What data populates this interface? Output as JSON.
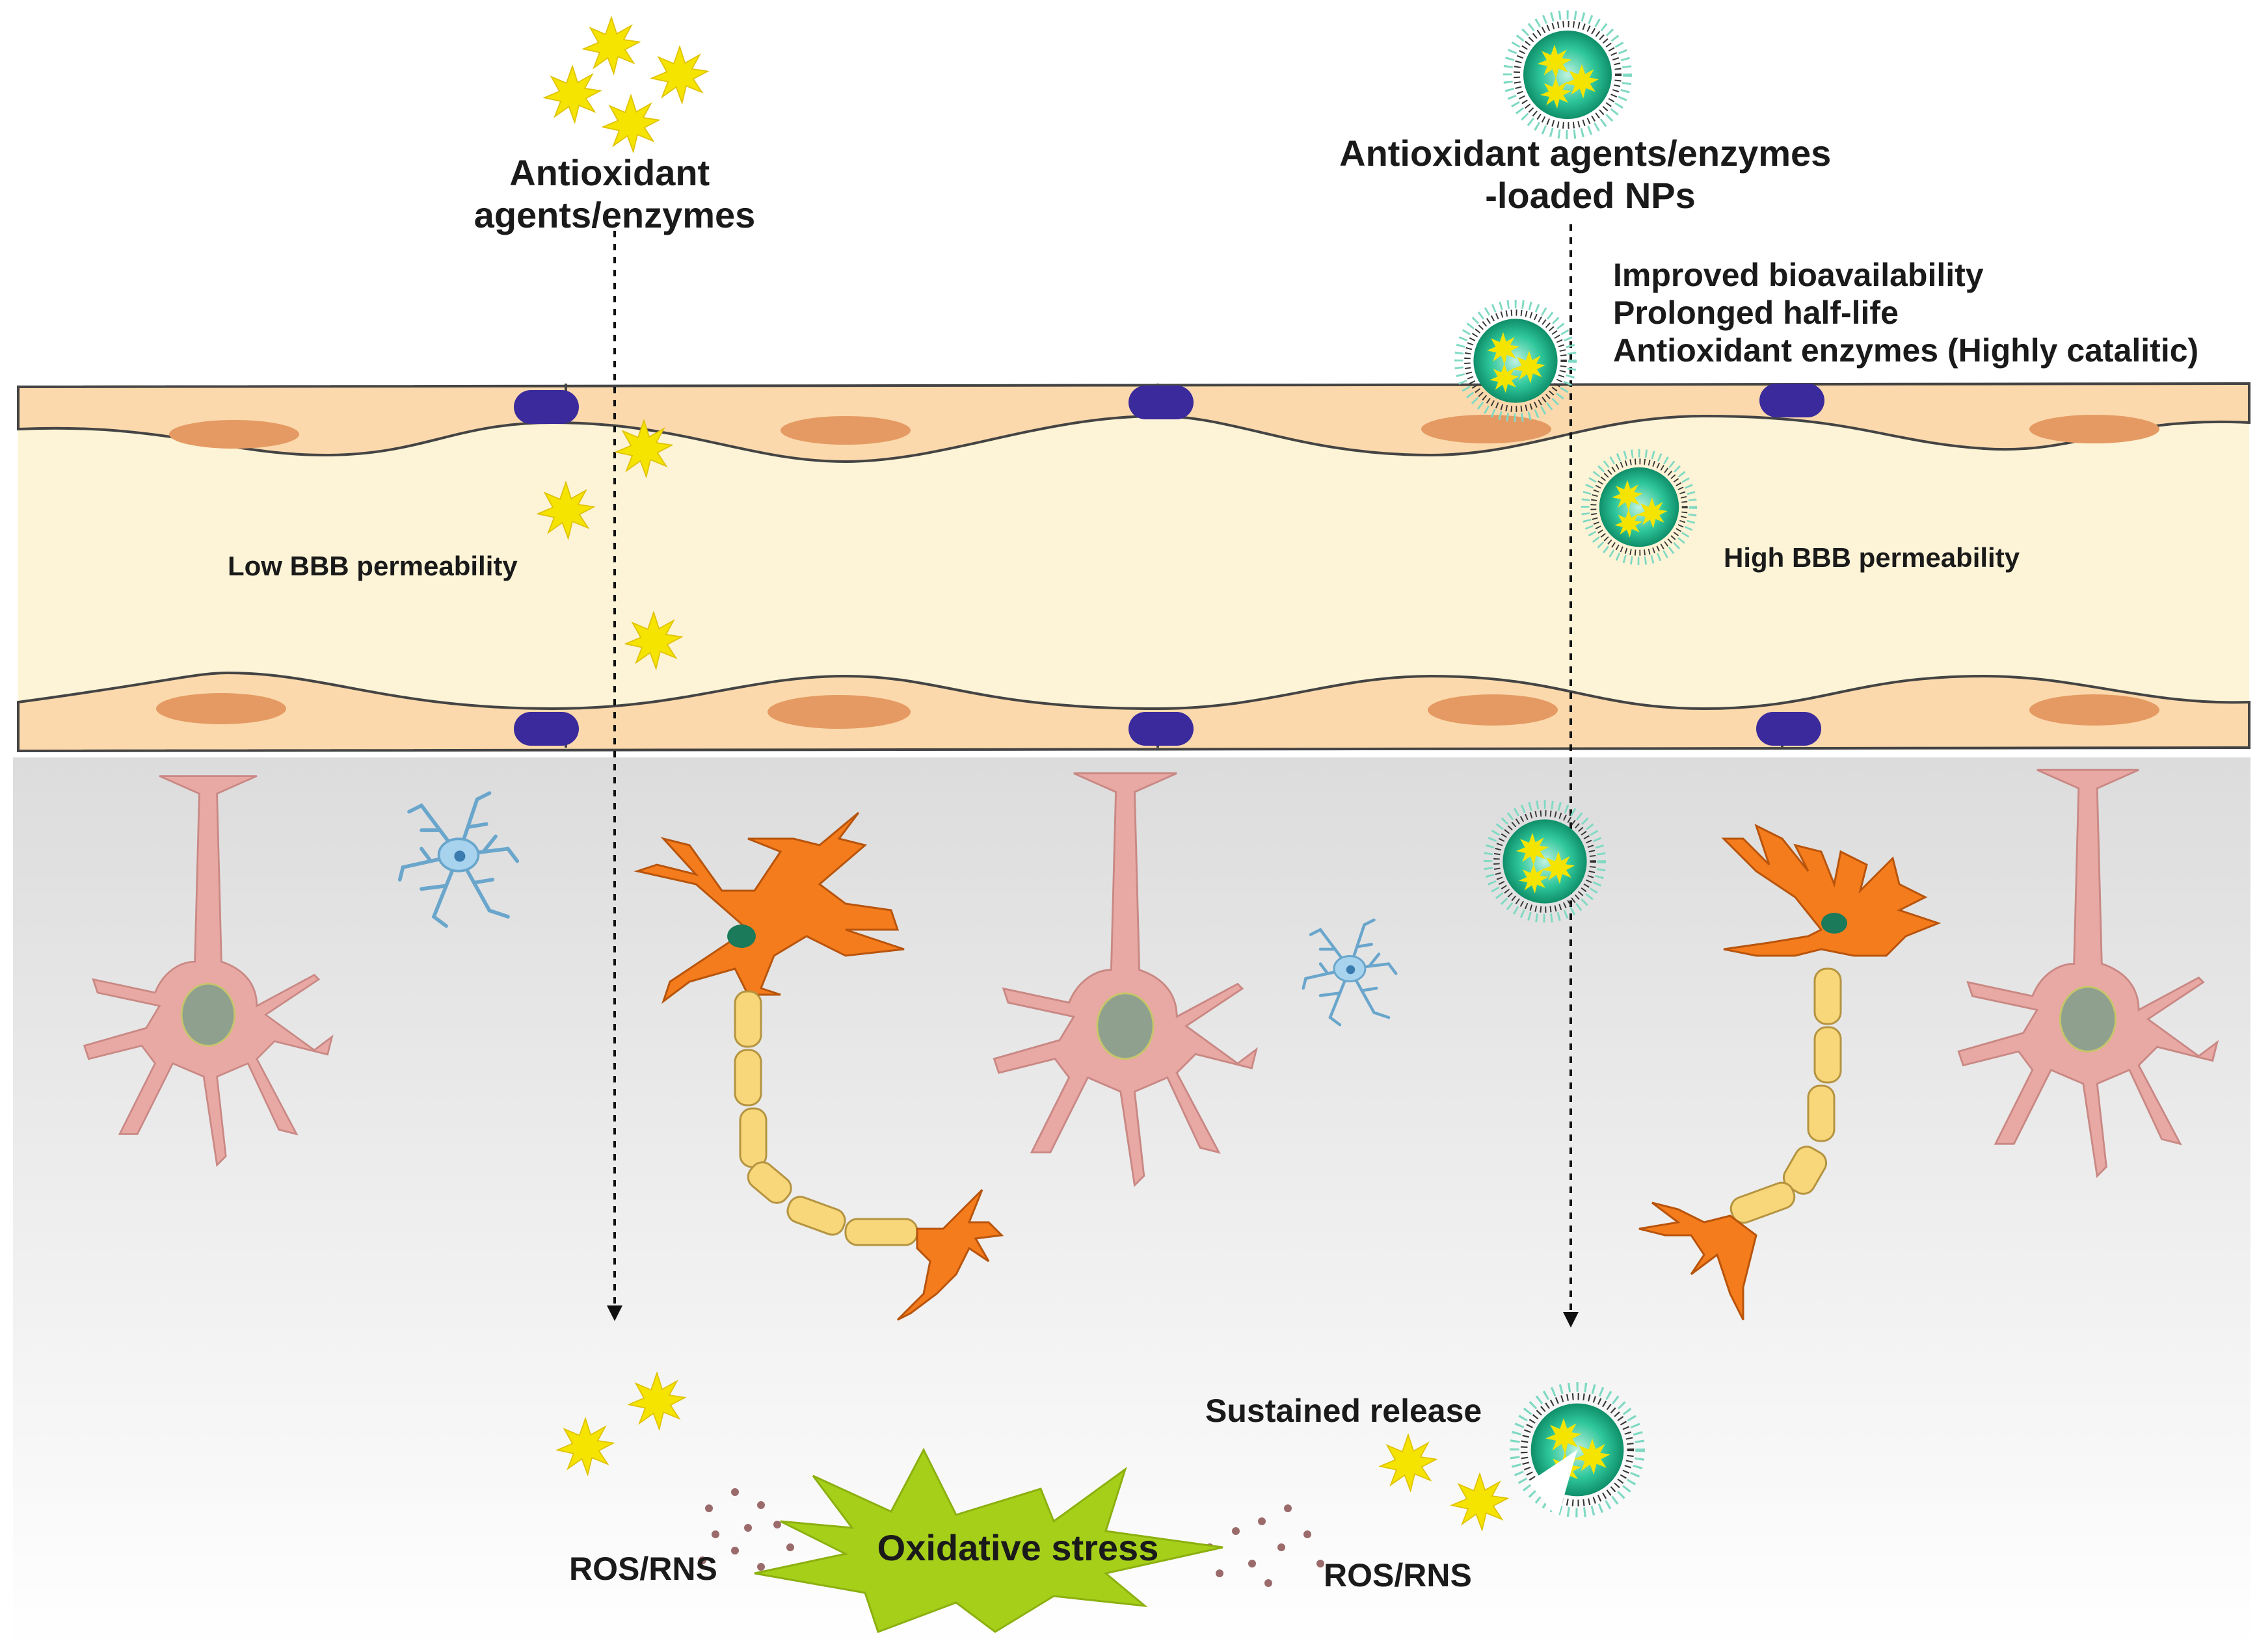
{
  "labels": {
    "free_agents": [
      "Antioxidant",
      "agents/enzymes"
    ],
    "loaded_nps": [
      "Antioxidant agents/enzymes",
      "-loaded NPs"
    ],
    "benefits": [
      "Improved bioavailability",
      "Prolonged half-life",
      "Antioxidant enzymes (Highly catalitic)"
    ],
    "low_bbb": "Low BBB permeability",
    "high_bbb": "High BBB permeability",
    "sustained_release": "Sustained release",
    "ros_left": "ROS/RNS",
    "ros_right": "ROS/RNS",
    "oxidative_stress": "Oxidative stress"
  },
  "colors": {
    "vessel_lumen": "#fdf3d6",
    "endothelial_cell": "#fbd9ac",
    "nucleus": "#e59a63",
    "tight_junction": "#3a2a9c",
    "astrocyte": "#e8a8a3",
    "neuron": "#f47c1c",
    "myelin": "#f8d77a",
    "microglia": "#a7d3ee",
    "antioxidant_star": "#f5e400",
    "nanoparticle": "#1fbe9a",
    "oxidative_burst": "#a6cf1a",
    "ros_dots": "#9b6b6b"
  }
}
